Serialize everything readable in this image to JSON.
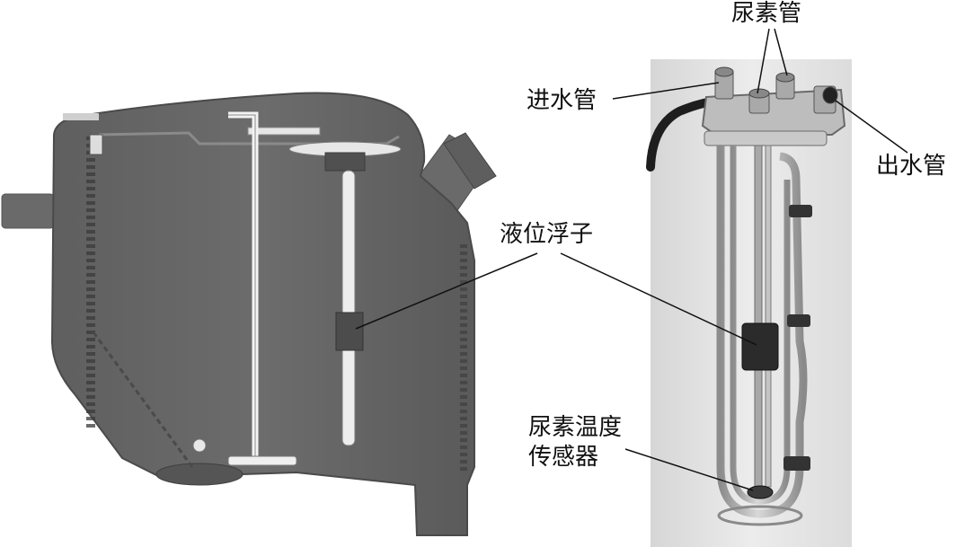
{
  "labels": {
    "urea_pipe": "尿素管",
    "inlet_pipe": "进水管",
    "outlet_pipe": "出水管",
    "level_float": "液位浮子",
    "urea_temp_line1": "尿素温度",
    "urea_temp_line2": "传感器"
  },
  "colors": {
    "tank_body": "#676767",
    "tank_edge": "#4a4a4a",
    "photo_bg": "#e4e4e4",
    "tube": "#b9b9b9",
    "float": "#2a2a2a",
    "leader_line": "#111111"
  }
}
